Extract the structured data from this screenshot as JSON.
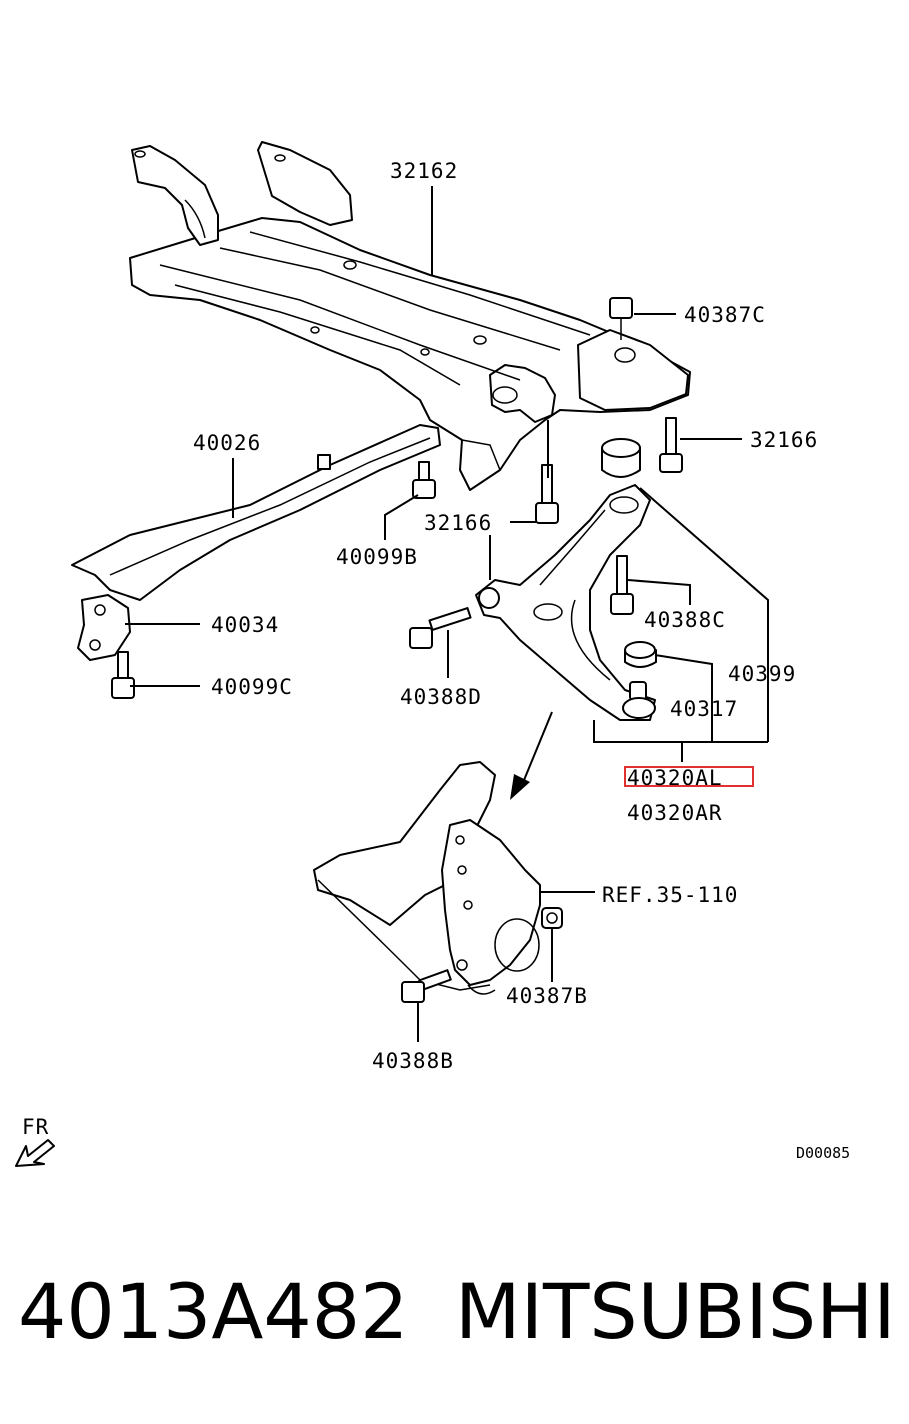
{
  "labels": {
    "p32162": "32162",
    "p40387c": "40387C",
    "p32166_right": "32166",
    "p40026": "40026",
    "p32166_mid": "32166",
    "p40099b": "40099B",
    "p40034": "40034",
    "p40099c": "40099C",
    "p40388c": "40388C",
    "p40399": "40399",
    "p40388d": "40388D",
    "p40317": "40317",
    "p40320al": "40320AL",
    "p40320ar": "40320AR",
    "ref": "REF.35-110",
    "p40387b": "40387B",
    "p40388b": "40388B",
    "fr": "FR",
    "diagram_code": "D00085"
  },
  "highlight": {
    "part": "40320AL",
    "color": "#e03030"
  },
  "footer": {
    "part_number": "4013A482",
    "brand": "MITSUBISHI"
  }
}
